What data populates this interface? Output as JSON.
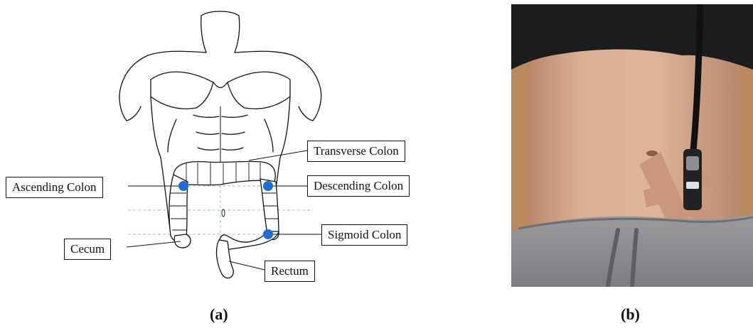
{
  "panel_a": {
    "labels": {
      "transverse": "Transverse Colon",
      "ascending": "Ascending Colon",
      "descending": "Descending Colon",
      "sigmoid": "Sigmoid Colon",
      "cecum": "Cecum",
      "rectum": "Rectum"
    },
    "marker_color": "#1a6fd1",
    "caption": "(a)"
  },
  "panel_b": {
    "caption": "(b)",
    "colors": {
      "skin": "#d8ae92",
      "shirt": "#1c1c1c",
      "pants": "#8d8e90",
      "floor": "#b88a5c",
      "tape": "#c9967a",
      "cable": "#111111"
    }
  }
}
